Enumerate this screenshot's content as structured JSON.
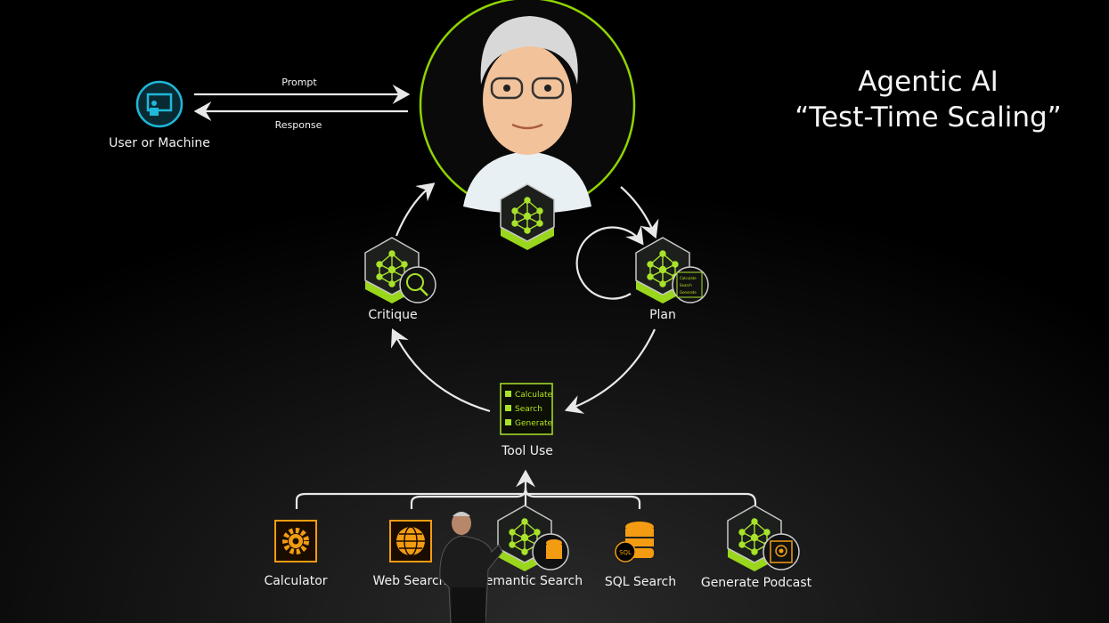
{
  "title": {
    "line1": "Agentic AI",
    "line2": "“Test-Time Scaling”"
  },
  "user": {
    "label": "User or Machine",
    "icon": "computer-user-icon"
  },
  "arrows": {
    "prompt": "Prompt",
    "response": "Response"
  },
  "nodes": {
    "critique": {
      "label": "Critique",
      "icon": "magnifier-chart-icon"
    },
    "plan": {
      "label": "Plan",
      "icon": "checklist-icon",
      "checklist": [
        "Calculate",
        "Search",
        "Generate"
      ]
    },
    "tool_use": {
      "label": "Tool Use",
      "items": [
        "Calculate",
        "Search",
        "Generate"
      ]
    }
  },
  "tools": [
    {
      "label": "Calculator",
      "icon": "gear-icon"
    },
    {
      "label": "Web Search",
      "icon": "globe-icon"
    },
    {
      "label": "Semantic Search",
      "icon": "database-network-icon"
    },
    {
      "label": "SQL Search",
      "icon": "sql-database-icon"
    },
    {
      "label": "Generate Podcast",
      "icon": "podcast-icon"
    }
  ],
  "colors": {
    "accent": "#8fd400",
    "user_icon": "#1fb8d8",
    "tool_orange": "#f39c12",
    "background": "#000000"
  }
}
